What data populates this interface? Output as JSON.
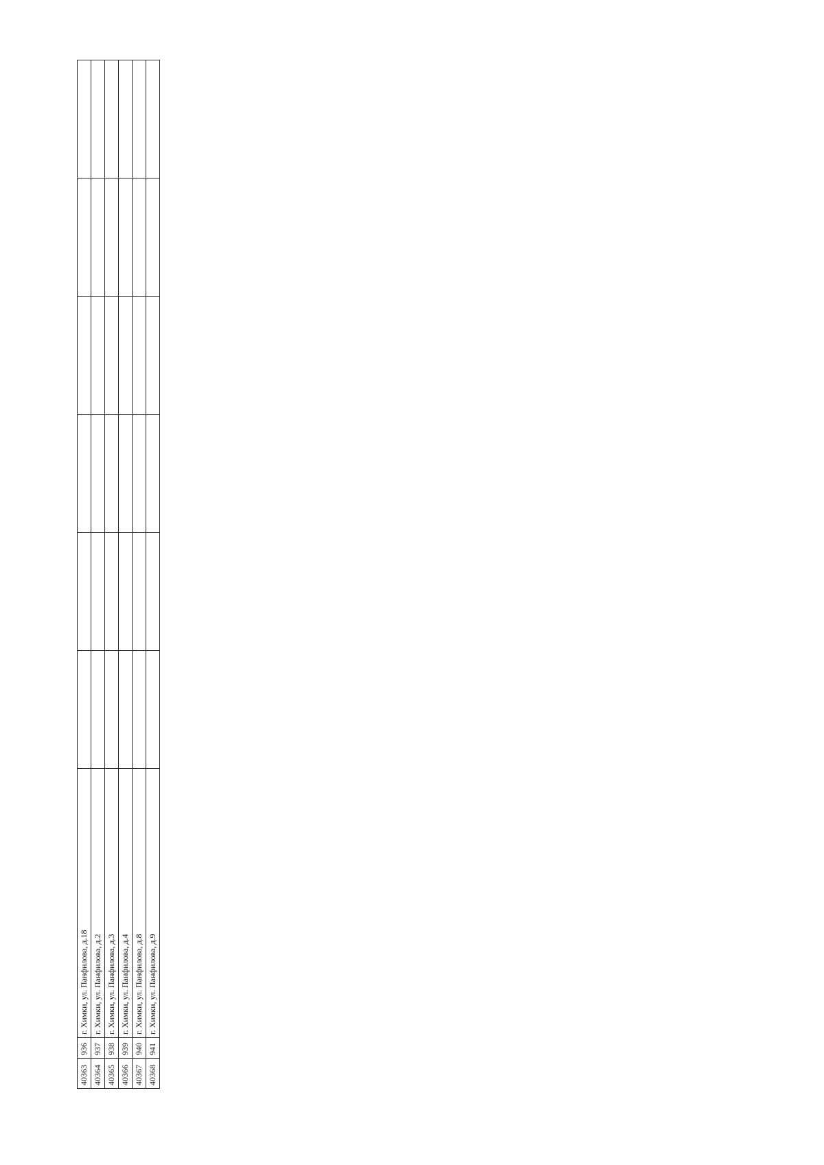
{
  "rows": [
    {
      "id": "40363",
      "no": "936",
      "addr": "г. Химки, ул. Панфилова, д.18",
      "y1": "",
      "y2": "",
      "y3": "",
      "y4": "",
      "y5": "",
      "y6": ""
    },
    {
      "id": "40364",
      "no": "937",
      "addr": "г. Химки, ул. Панфилова, д.2",
      "y1": "",
      "y2": "",
      "y3": "",
      "y4": "",
      "y5": "",
      "y6": ""
    },
    {
      "id": "40365",
      "no": "938",
      "addr": "г. Химки, ул. Панфилова, д.3",
      "y1": "",
      "y2": "",
      "y3": "",
      "y4": "",
      "y5": "",
      "y6": ""
    },
    {
      "id": "40366",
      "no": "939",
      "addr": "г. Химки, ул. Панфилова, д.4",
      "y1": "",
      "y2": "",
      "y3": "",
      "y4": "",
      "y5": "",
      "y6": ""
    },
    {
      "id": "40367",
      "no": "940",
      "addr": "г. Химки, ул. Панфилова, д.8",
      "y1": "",
      "y2": "",
      "y3": "",
      "y4": "",
      "y5": "",
      "y6": ""
    },
    {
      "id": "40368",
      "no": "941",
      "addr": "г. Химки, ул. Панфилова, д.9",
      "y1": "",
      "y2": "",
      "y3": "",
      "y4": "",
      "y5": "",
      "y6": ""
    }
  ]
}
